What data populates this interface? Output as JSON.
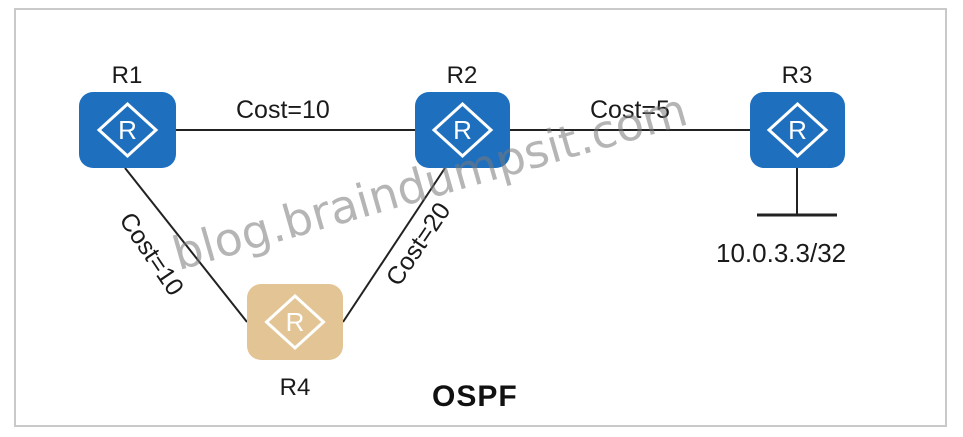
{
  "routers": [
    {
      "name": "R1",
      "color": "#1f6fbf"
    },
    {
      "name": "R2",
      "color": "#1f6fbf"
    },
    {
      "name": "R3",
      "color": "#1f6fbf"
    },
    {
      "name": "R4",
      "color": "#e3c595"
    }
  ],
  "router_glyph": "R",
  "links": [
    {
      "from": "R1",
      "to": "R2",
      "label": "Cost=10"
    },
    {
      "from": "R2",
      "to": "R3",
      "label": "Cost=5"
    },
    {
      "from": "R1",
      "to": "R4",
      "label": "Cost=10"
    },
    {
      "from": "R2",
      "to": "R4",
      "label": "Cost=20"
    }
  ],
  "network_label": "10.0.3.3/32",
  "area_label": "OSPF",
  "watermark": "blog.braindumpsit.com",
  "colors": {
    "router_blue": "#1f6fbf",
    "router_tan": "#e3c595",
    "line": "#222222"
  }
}
